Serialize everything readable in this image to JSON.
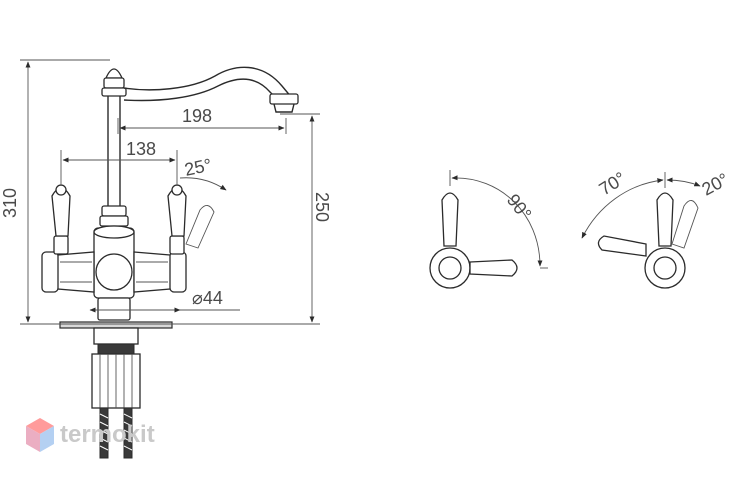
{
  "drawing": {
    "dim_height_total": "310",
    "dim_height_spout": "250",
    "dim_spout_reach": "198",
    "dim_handle_spacing": "138",
    "dim_body_diameter": "⌀44",
    "angle_tilt": "25°",
    "angle_single_handle": "90°",
    "angle_left_swing": "70°",
    "angle_right_swing": "20°"
  },
  "watermark": {
    "text": "termokit",
    "colors": {
      "logo_top": "#ff8a8a",
      "logo_right": "#a8c8f0",
      "logo_left": "#e8a0b8"
    }
  }
}
